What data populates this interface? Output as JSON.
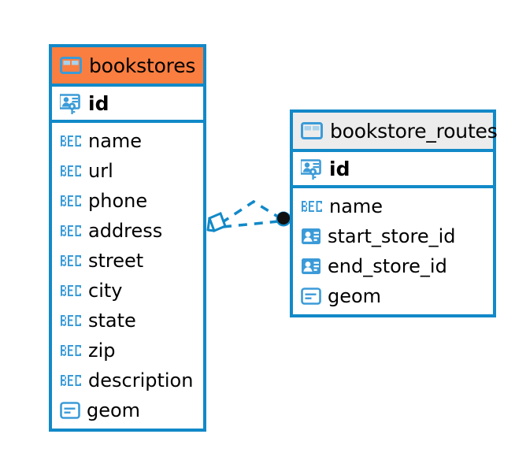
{
  "diagram": {
    "type": "entity-relationship-diagram",
    "background": "#ffffff",
    "colors": {
      "border_blue": "#1289C8",
      "header_selected": "#FA7E40",
      "header_normal": "#ECECEC",
      "icon_blue": "#3B9BD8",
      "text": "#000000",
      "connector": "#1289C8",
      "endpoint_dot": "#111111"
    },
    "entities": [
      {
        "id": "bookstores",
        "name": "bookstores",
        "selected": true,
        "header_icon": "table-icon",
        "primary_key": {
          "name": "id",
          "icon": "primary-key-icon"
        },
        "fields": [
          {
            "name": "name",
            "icon": "abc-text-icon"
          },
          {
            "name": "url",
            "icon": "abc-text-icon"
          },
          {
            "name": "phone",
            "icon": "abc-text-icon"
          },
          {
            "name": "address",
            "icon": "abc-text-icon"
          },
          {
            "name": "street",
            "icon": "abc-text-icon"
          },
          {
            "name": "city",
            "icon": "abc-text-icon"
          },
          {
            "name": "state",
            "icon": "abc-text-icon"
          },
          {
            "name": "zip",
            "icon": "abc-text-icon"
          },
          {
            "name": "description",
            "icon": "abc-text-icon"
          },
          {
            "name": "geom",
            "icon": "geometry-icon"
          }
        ]
      },
      {
        "id": "bookstore_routes",
        "name": "bookstore_routes",
        "selected": false,
        "header_icon": "table-icon",
        "primary_key": {
          "name": "id",
          "icon": "primary-key-icon"
        },
        "fields": [
          {
            "name": "name",
            "icon": "abc-text-icon"
          },
          {
            "name": "start_store_id",
            "icon": "foreign-key-icon"
          },
          {
            "name": "end_store_id",
            "icon": "foreign-key-icon"
          },
          {
            "name": "geom",
            "icon": "geometry-icon"
          }
        ]
      }
    ],
    "relationships": [
      {
        "from": "bookstores",
        "to": "bookstore_routes",
        "style": "dashed",
        "source_marker": "relationship-diamond-marker",
        "target_marker": "filled-circle-marker"
      },
      {
        "from": "bookstores",
        "to": "bookstore_routes",
        "style": "dashed",
        "source_marker": "relationship-diamond-marker",
        "target_marker": "filled-circle-marker"
      }
    ]
  }
}
